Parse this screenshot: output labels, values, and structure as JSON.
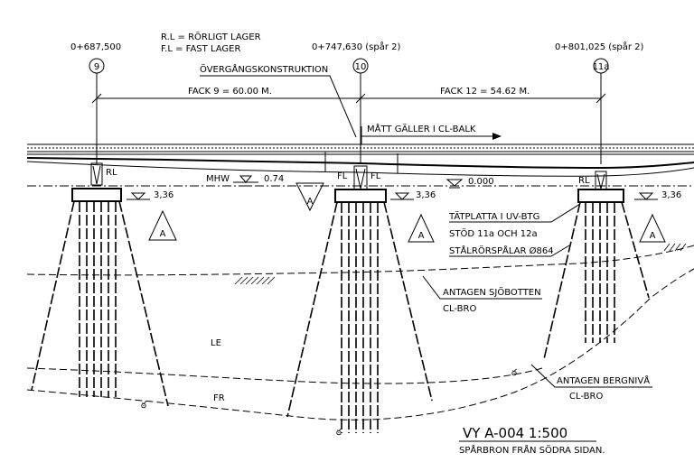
{
  "legend": {
    "rl": "R.L = RÖRLIGT LAGER",
    "fl": "F.L = FAST LAGER"
  },
  "stations": [
    {
      "chainage": "0+687,500",
      "axis": "9"
    },
    {
      "chainage": "0+747,630 (spår 2)",
      "axis": "10"
    },
    {
      "chainage": "0+801,025 (spår 2)",
      "axis": "11a"
    }
  ],
  "labels": {
    "expansion_joint": "ÖVERGÅNGSKONSTRUKTION",
    "span_9": "FACK 9 = 60.00 M.",
    "span_12": "FACK 12 = 54.62 M.",
    "dimension_note": "MÅTT GÄLLER I CL-BALK",
    "bearing_rl_left": "RL",
    "bearing_fl_a": "FL",
    "bearing_fl_b": "FL",
    "bearing_rl_right": "RL",
    "mhw": "MHW",
    "mhw_level": "0.74",
    "level_left": "3,36",
    "level_mid": "3,36",
    "level_right": "3,36",
    "level_zero": "0.000",
    "section_a1": "A",
    "section_a2": "A",
    "section_a3": "A",
    "section_a4": "A",
    "note_line1": "TÄTPLATTA I UV-BTG",
    "note_line2": "STÖD 11a OCH 12a",
    "note_line3": "STÅLRÖRSPÅLAR Ø864",
    "seabed_1": "ANTAGEN SJÖBOTTEN",
    "seabed_2": "CL-BRO",
    "soil_le": "LE",
    "soil_fr": "FR",
    "bedrock_1": "ANTAGEN BERGNIVÅ",
    "bedrock_2": "CL-BRO",
    "title": "VY A-004 1:500",
    "subtitle": "SPÅRBRON FRÅN SÖDRA SIDAN."
  }
}
